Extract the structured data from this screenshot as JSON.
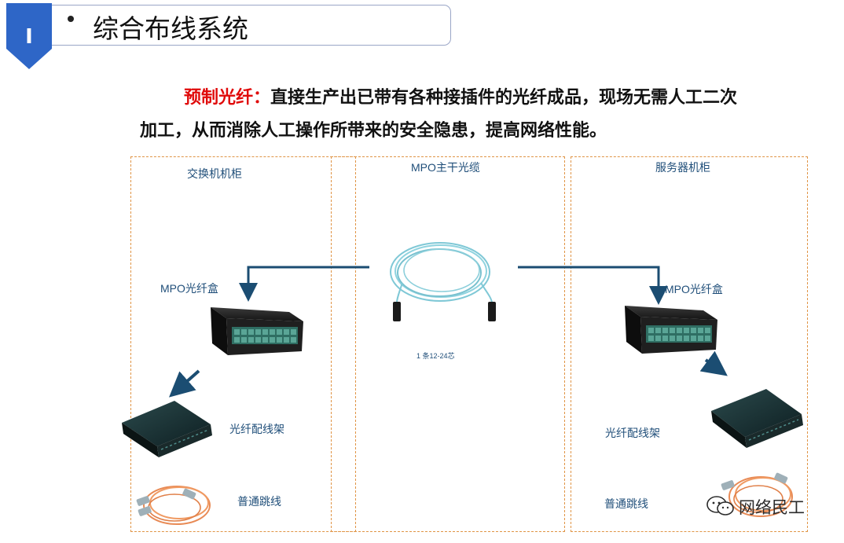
{
  "header": {
    "section_number": "I",
    "title": "综合布线系统"
  },
  "description": {
    "highlight": "预制光纤：",
    "line1": "直接生产出已带有各种接插件的光纤成品，现场无需人工二次",
    "line2": "加工，从而消除人工操作所带来的安全隐患，提高网络性能。"
  },
  "zones": {
    "left": {
      "title": "交换机机柜",
      "mpo_box": "MPO光纤盒",
      "patch_panel": "光纤配线架",
      "patch_cord": "普通跳线"
    },
    "middle": {
      "title": "MPO主干光缆",
      "cable_note": "1 条12-24芯"
    },
    "right": {
      "title": "服务器机柜",
      "mpo_box": "MPO光纤盒",
      "patch_panel": "光纤配线架",
      "patch_cord": "普通跳线"
    }
  },
  "watermark": "网络民工",
  "colors": {
    "chevron": "#2e66c7",
    "highlight": "#e00a0a",
    "arrow": "#1b4d72",
    "zone_border": "#e09445",
    "label": "#1f4e79",
    "cable": "#7fc8d6",
    "patch_cord": "#e88a55"
  },
  "icons": [
    "section-chevron-icon",
    "mpo-cassette-icon",
    "fiber-patch-panel-icon",
    "mpo-trunk-cable-icon",
    "lc-patch-cord-icon",
    "wechat-icon"
  ]
}
